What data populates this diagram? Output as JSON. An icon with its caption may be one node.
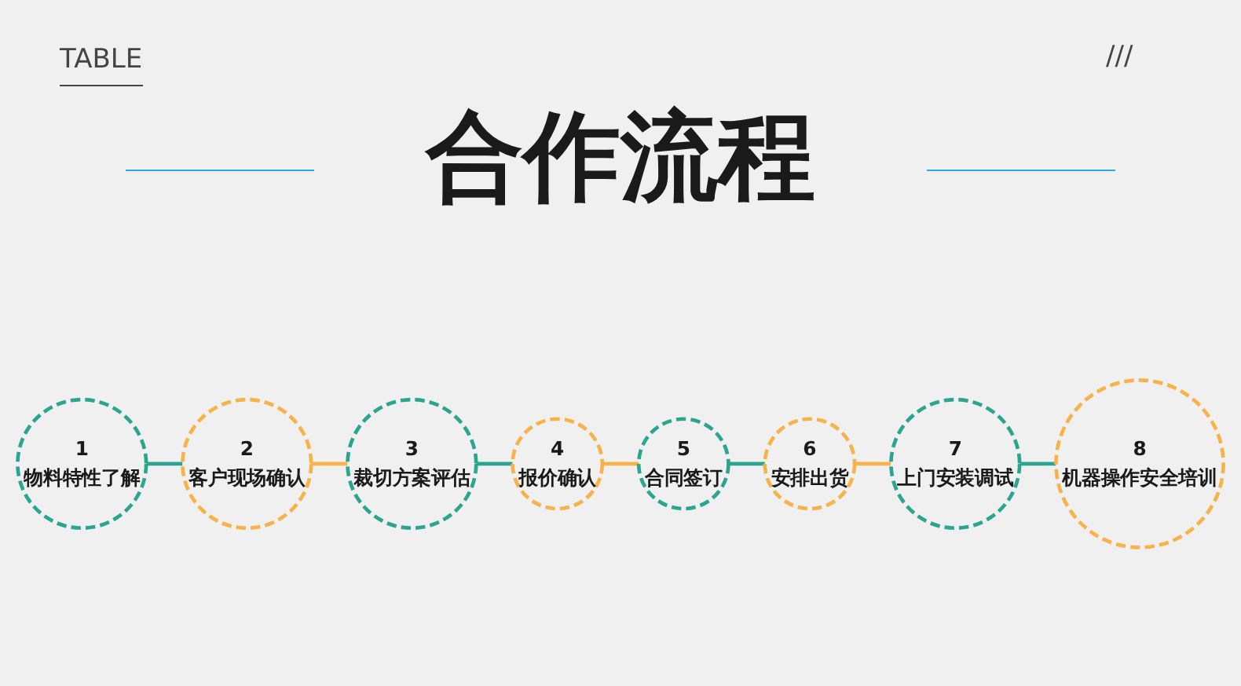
{
  "diagram": {
    "title": "合作流程",
    "nodes": [
      {
        "text": [
          "1",
          "物料特性了解"
        ]
      },
      {
        "text": [
          "2",
          "客户现场确认"
        ]
      },
      {
        "text": [
          "3",
          "裁切方案评估"
        ]
      },
      {
        "text": [
          "4",
          "报价确认"
        ]
      },
      {
        "text": [
          "5",
          "合同签订"
        ]
      },
      {
        "text": [
          "6",
          "安排出货"
        ]
      },
      {
        "text": [
          "7",
          "上门安装调试"
        ]
      },
      {
        "text": [
          "8",
          "机器操作安全培训"
        ]
      }
    ],
    "edges": [
      {
        "from": 0,
        "to": 1,
        "arrow": "none"
      },
      {
        "from": 1,
        "to": 2,
        "arrow": "none",
        "color": "#f8b24a"
      },
      {
        "from": 2,
        "to": 3,
        "arrow": "none"
      },
      {
        "from": 3,
        "to": 4,
        "arrow": "none",
        "color": "#f8b24a"
      },
      {
        "from": 4,
        "to": 5,
        "arrow": "none"
      },
      {
        "from": 5,
        "to": 6,
        "arrow": "none",
        "color": "#f8b24a"
      },
      {
        "from": 6,
        "to": 7,
        "arrow": "none"
      }
    ],
    "labels": [
      "TABLE",
      "///"
    ]
  }
}
